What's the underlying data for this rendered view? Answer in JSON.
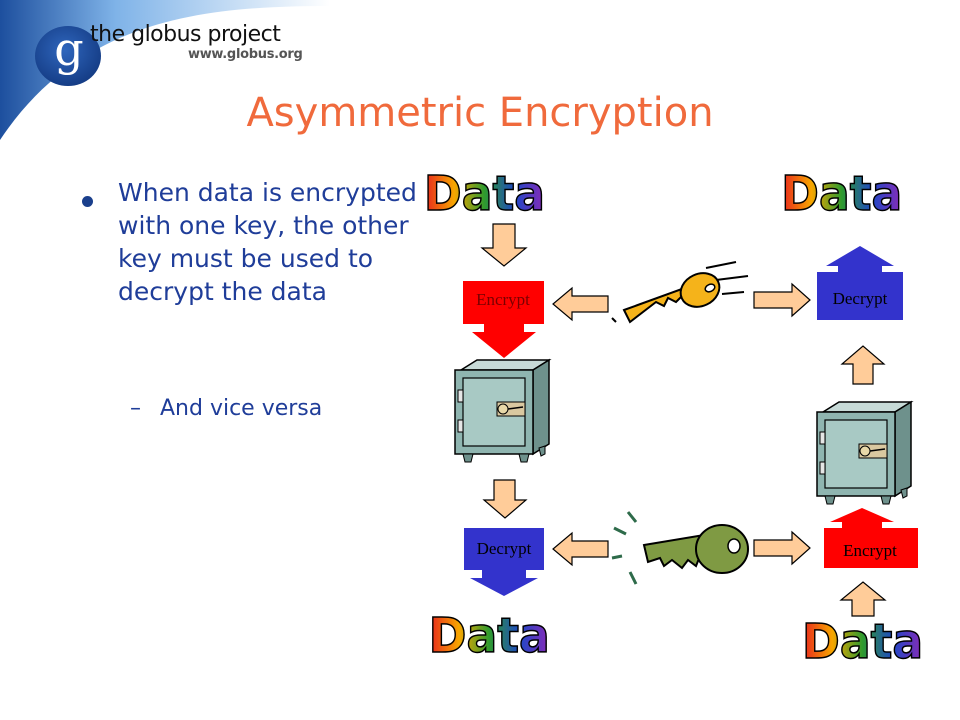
{
  "header": {
    "brand_name": "the globus project",
    "brand_url": "www.globus.org",
    "logo_letter": "g"
  },
  "slide": {
    "title": "Asymmetric Encryption",
    "bullet": "When data is encrypted with one key, the other key must be used to decrypt the data",
    "sub_bullet_dash": "–",
    "sub_bullet": "And vice versa"
  },
  "diagram": {
    "data_word": "Data",
    "encrypt_label": "Encrypt",
    "decrypt_label": "Decrypt",
    "colors": {
      "encrypt_box": "#ff0000",
      "decrypt_box": "#3333cc",
      "arrow_fill": "#ffcc99",
      "safe_body": "#8fb5b0",
      "gold_key": "#f5b31a",
      "green_key": "#7f9a43"
    }
  }
}
